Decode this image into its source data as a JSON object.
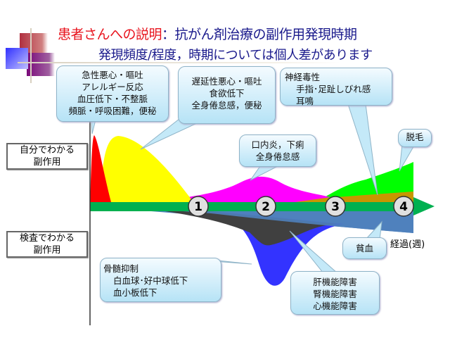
{
  "title": {
    "highlight": "患者さんへの説明",
    "rest": "：抗がん剤治療の副作用発現時期"
  },
  "subtitle": "発現頻度/程度，時期については個人差があります",
  "side_labels": {
    "subjective": [
      "自分でわかる",
      "副作用"
    ],
    "lab": [
      "検査でわかる",
      "副作用"
    ]
  },
  "callouts": {
    "acute": [
      "急性悪心・嘔吐",
      "アレルギー反応",
      "血圧低下・不整脈",
      "頻脈・呼吸困難，便秘"
    ],
    "delayed": [
      "遅延性悪心・嘔吐",
      "食欲低下",
      "全身倦怠感，便秘"
    ],
    "neuro": [
      "神経毒性",
      "手指･足趾しびれ感",
      "耳鳴"
    ],
    "hair": "脱毛",
    "stomatitis": [
      "口内炎，下痢",
      "全身倦怠感"
    ],
    "anemia": "貧血",
    "marrow": [
      "骨髄抑制",
      "白血球･好中球低下",
      "血小板低下"
    ],
    "organ": [
      "肝機能障害",
      "腎機能障害",
      "心機能障害"
    ]
  },
  "weeks": [
    "1",
    "2",
    "3",
    "4"
  ],
  "xlabel": "経過(週)",
  "colors": {
    "acute": "#ff0000",
    "delayed": "#ffff00",
    "stomatitis": "#ff00ff",
    "hair": "#00ff00",
    "neuro": "#c89600",
    "anemia": "#4f81bd",
    "organ": "#404040",
    "marrow": "#3333ff",
    "axis": "#00b050"
  }
}
